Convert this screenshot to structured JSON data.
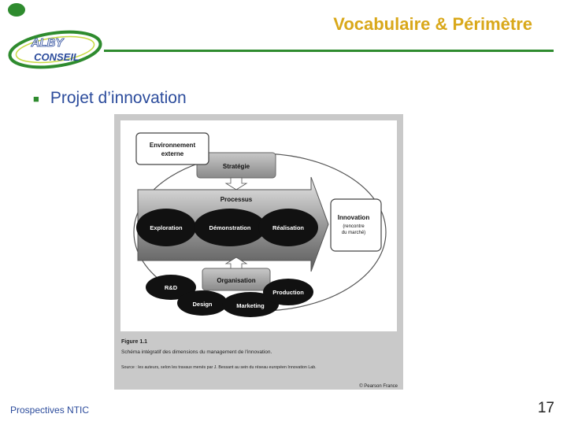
{
  "slide": {
    "title": "Vocabulaire & Périmètre",
    "bullet": "Projet d’innovation",
    "footer": "Prospectives NTIC",
    "page_number": "17"
  },
  "logo": {
    "line1": "ALBY",
    "line2": "CONSEIL",
    "colors": {
      "ring": "#2e8b2e",
      "text": "#2c4c9c",
      "fill": "#c9d942"
    }
  },
  "figure": {
    "boxes": {
      "environment": [
        "Environnement",
        "externe"
      ],
      "strategy": "Stratégie",
      "process": "Processus",
      "exploration": "Exploration",
      "demonstration": "Démonstration",
      "realisation": "Réalisation",
      "innovation": "Innovation",
      "innovation_note": [
        "(rencontre",
        "du marché)"
      ],
      "organisation": "Organisation",
      "rd": "R&D",
      "design": "Design",
      "marketing": "Marketing",
      "production": "Production"
    },
    "caption": {
      "label": "Figure 1.1",
      "text": "Schéma intégratif des dimensions du management de l'innovation.",
      "source": "Source : les auteurs, selon les travaux menés par J. Bessant au sein du réseau européen Innovation Lab.",
      "copyright": "© Pearson France"
    }
  }
}
